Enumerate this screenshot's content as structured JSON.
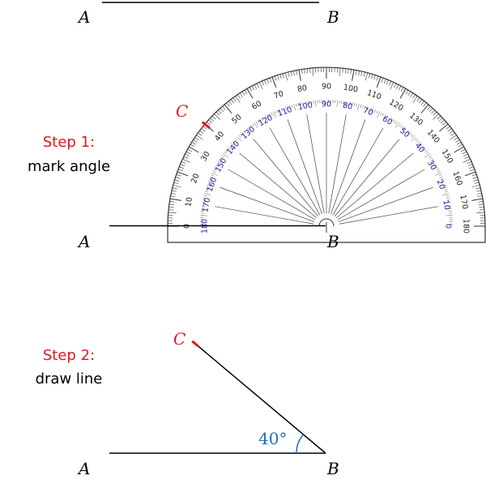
{
  "colors": {
    "line": "#000000",
    "accent_red": "#e8141b",
    "inner_scale": "#1a1aa6",
    "angle_label": "#1a6fc2",
    "protractor_edge": "#333333"
  },
  "top_figure": {
    "point_a": "A",
    "point_b": "B"
  },
  "step1": {
    "title": "Step 1:",
    "subtitle": "mark angle",
    "point_a": "A",
    "point_b": "B",
    "point_c": "C",
    "protractor": {
      "outer_scale_start": 0,
      "outer_scale_end": 180,
      "inner_scale_start": 180,
      "inner_scale_end": 0,
      "label_step": 10,
      "marked_angle_degrees": 40
    }
  },
  "step2": {
    "title": "Step 2:",
    "subtitle": "draw line",
    "point_a": "A",
    "point_b": "B",
    "point_c": "C",
    "angle_label": "40°",
    "angle_degrees": 40
  }
}
